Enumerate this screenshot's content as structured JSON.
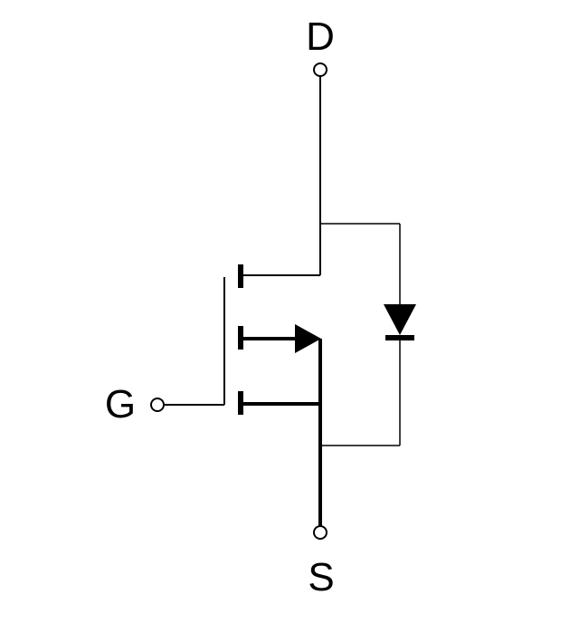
{
  "terminals": {
    "drain": {
      "label": "D"
    },
    "gate": {
      "label": "G"
    },
    "source": {
      "label": "S"
    }
  },
  "colors": {
    "stroke": "#000000",
    "background": "#ffffff"
  }
}
